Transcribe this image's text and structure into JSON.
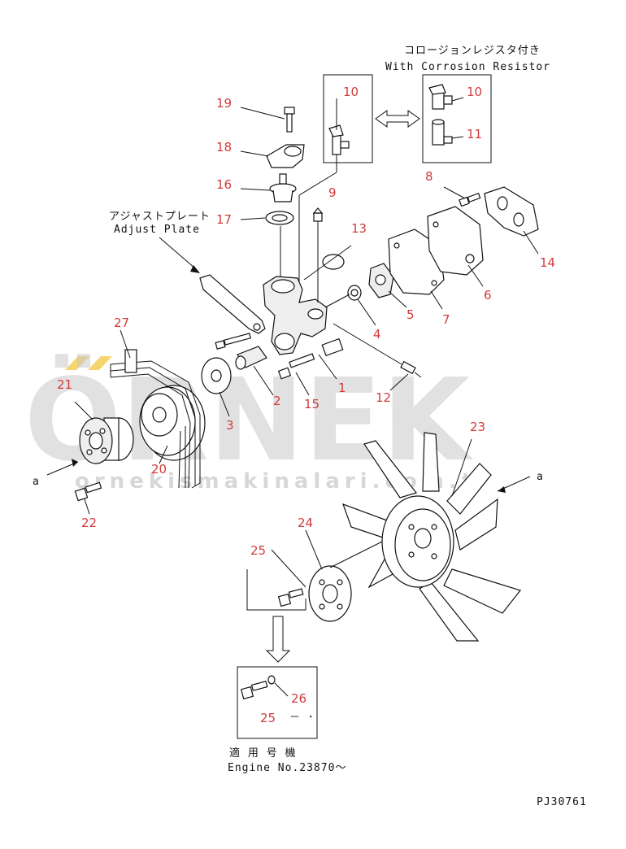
{
  "header": {
    "resistor_jp": "コロージョンレジスタ付き",
    "resistor_en": "With Corrosion Resistor"
  },
  "adjust_plate": {
    "jp": "アジャストプレート",
    "en": "Adjust Plate"
  },
  "engine_note": {
    "jp": "適 用 号 機",
    "en": "Engine No.23870～"
  },
  "view_markers": {
    "left": "a",
    "right": "a"
  },
  "dash_note": "－ ･",
  "watermark": {
    "brand": "ÖRNEK",
    "url": "ornekismakinalari.com.tr"
  },
  "drawing_code": "PJ30761",
  "callouts": [
    "1",
    "2",
    "3",
    "4",
    "5",
    "6",
    "7",
    "8",
    "9",
    "10",
    "10",
    "11",
    "12",
    "13",
    "14",
    "15",
    "16",
    "17",
    "18",
    "19",
    "20",
    "21",
    "22",
    "23",
    "24",
    "25",
    "25",
    "26",
    "27"
  ],
  "colors": {
    "callout": "#d23b3b",
    "ink": "#111111",
    "watermark": "#c9c9c9",
    "accent": "#f2c230"
  }
}
